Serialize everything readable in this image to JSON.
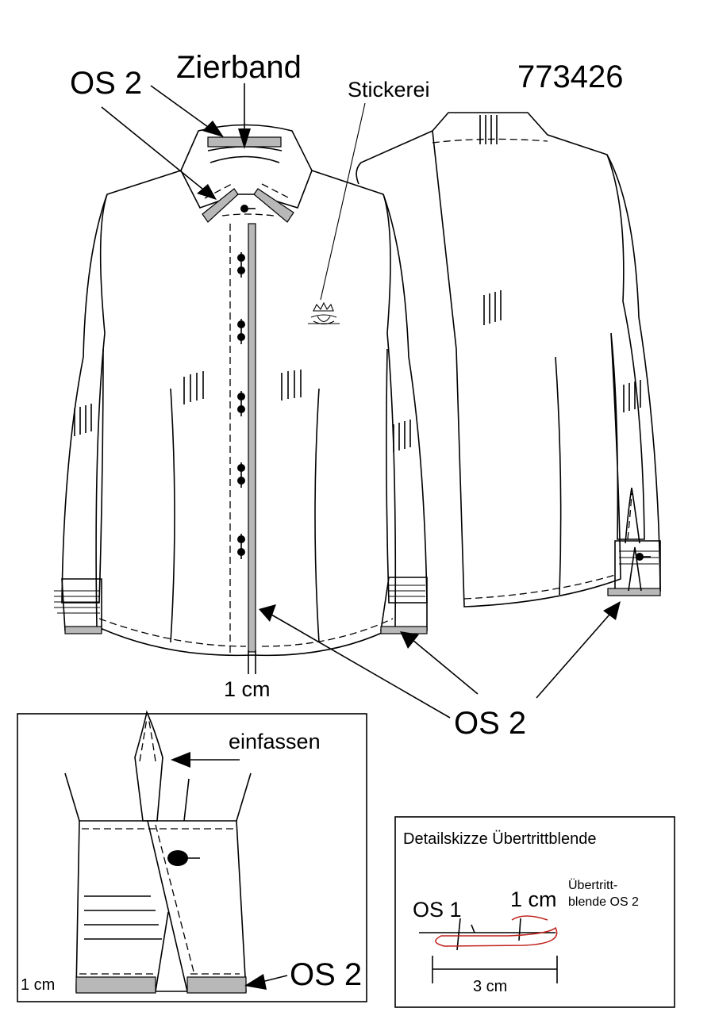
{
  "labels": {
    "article_number": "773426",
    "zierband": "Zierband",
    "os2_collar": "OS 2",
    "stickerei": "Stickerei",
    "one_cm_front": "1 cm",
    "os2_hem": "OS 2",
    "einfassen": "einfassen",
    "cuff_one_cm": "1 cm",
    "cuff_os2": "OS 2",
    "detail_title": "Detailskizze Übertrittblende",
    "detail_os1": "OS 1",
    "detail_one_cm": "1 cm",
    "detail_note_line1": "Übertritt-",
    "detail_note_line2": "blende OS 2",
    "detail_three_cm": "3 cm"
  },
  "colors": {
    "line": "#000000",
    "trim_grey": "#b8b8b8",
    "detail_red": "#c0201a",
    "background": "#ffffff"
  }
}
